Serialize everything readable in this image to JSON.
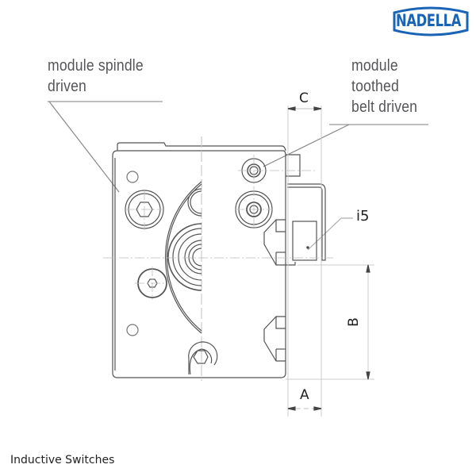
{
  "logo": {
    "text": "NADELLA",
    "color": "#1a64b6"
  },
  "callouts": {
    "spindle": {
      "line1": "module spindle",
      "line2": "driven"
    },
    "belt": {
      "line1": "module",
      "line2": "toothed",
      "line3": "belt driven"
    },
    "sensor": "i5"
  },
  "dimensions": {
    "a": "A",
    "b": "B",
    "c": "C"
  },
  "caption": "Inductive Switches"
}
